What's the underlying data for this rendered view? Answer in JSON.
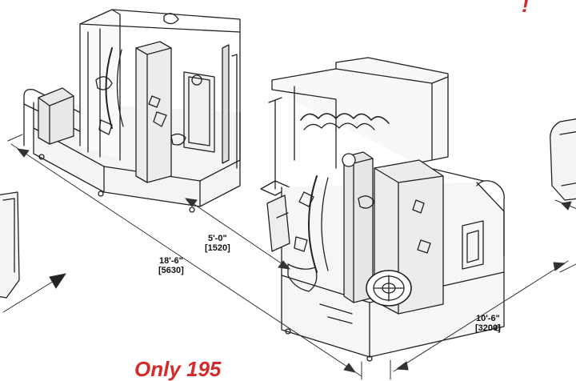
{
  "dimensions": {
    "gap": {
      "imperial": "5'-0\"",
      "metric": "[1520]"
    },
    "overall_length": {
      "imperial": "18'-6\"",
      "metric": "[5630]"
    },
    "depth": {
      "imperial": "10'-6\"",
      "metric": "[3200]"
    }
  },
  "promo": {
    "text": "Only 195",
    "corner_mark": "!",
    "color": "#d42a2a"
  },
  "line_color": "#222222"
}
